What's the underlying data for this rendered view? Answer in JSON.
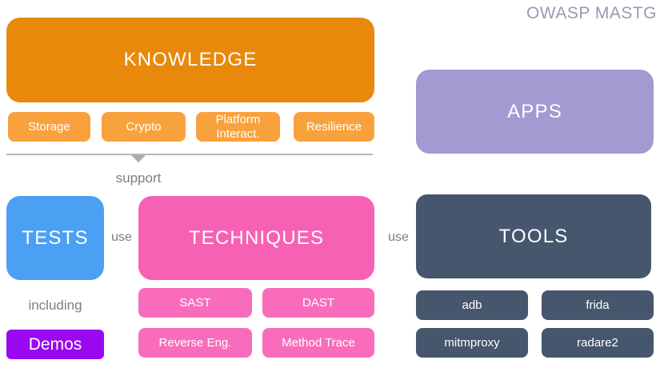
{
  "header": {
    "title": "OWASP MASTG"
  },
  "colors": {
    "knowledge_box": "#e8890b",
    "knowledge_chips": "#f9a23d",
    "apps_box": "#a29ad1",
    "tests_box": "#4ba0f3",
    "techniques_box": "#f761b4",
    "techniques_chips": "#f96cbc",
    "demos_box": "#9a08f0",
    "tools_box": "#46566c",
    "relation_labels": "#7e7e7e",
    "title_text": "#959cac",
    "divider_line": "#b9b9b9",
    "box_text": "#ffffff"
  },
  "knowledge": {
    "label": "KNOWLEDGE",
    "items": [
      "Storage",
      "Crypto",
      "Platform Interact.",
      "Resilience"
    ]
  },
  "relations": {
    "support": "support",
    "use_tests_techniques": "use",
    "use_techniques_tools": "use",
    "including": "including"
  },
  "apps": {
    "label": "APPS"
  },
  "tests": {
    "label": "TESTS"
  },
  "techniques": {
    "label": "TECHNIQUES",
    "items": [
      "SAST",
      "DAST",
      "Reverse Eng.",
      "Method Trace"
    ]
  },
  "tools": {
    "label": "TOOLS",
    "items": [
      "adb",
      "frida",
      "mitmproxy",
      "radare2"
    ]
  },
  "demos": {
    "label": "Demos"
  }
}
